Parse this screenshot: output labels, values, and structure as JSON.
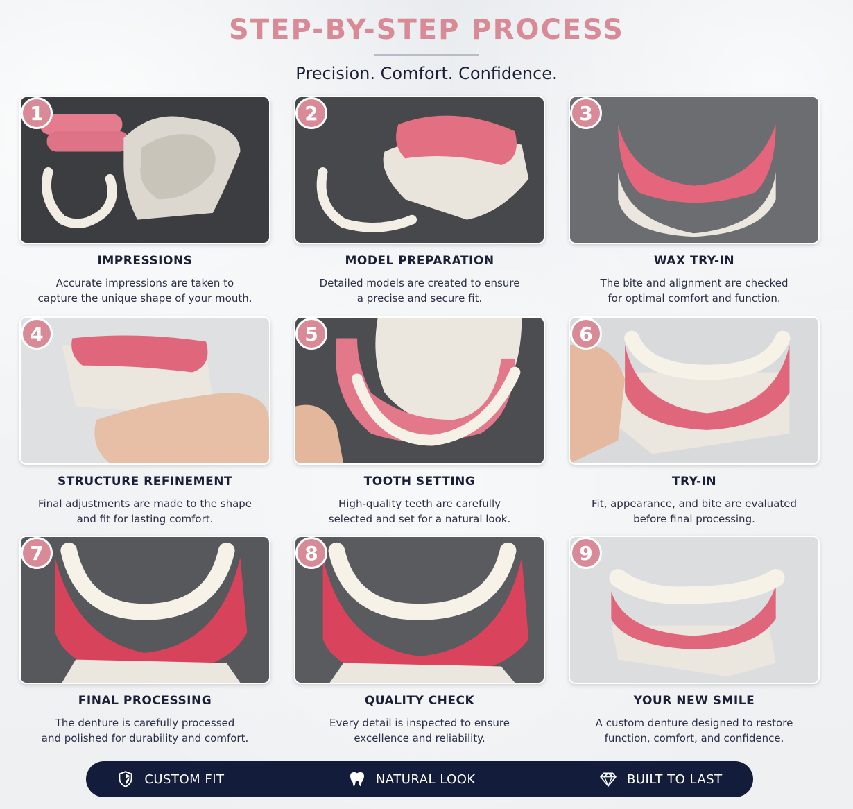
{
  "header": {
    "title": "STEP-BY-STEP PROCESS",
    "subtitle": "Precision. Comfort. Confidence."
  },
  "colors": {
    "accent": "#d98a97",
    "navy": "#141c3c",
    "gum": "#e06d80",
    "plaster": "#ece9e2"
  },
  "steps": [
    {
      "number": "1",
      "title": "IMPRESSIONS",
      "description": "Accurate impressions are taken to\ncapture the unique shape of your mouth."
    },
    {
      "number": "2",
      "title": "MODEL PREPARATION",
      "description": "Detailed models are created to ensure\na precise and secure fit."
    },
    {
      "number": "3",
      "title": "WAX TRY-IN",
      "description": "The bite and alignment are checked\nfor optimal comfort and function."
    },
    {
      "number": "4",
      "title": "STRUCTURE REFINEMENT",
      "description": "Final adjustments are made to the shape\nand fit for lasting comfort."
    },
    {
      "number": "5",
      "title": "TOOTH SETTING",
      "description": "High-quality teeth are carefully\nselected and set for a natural look."
    },
    {
      "number": "6",
      "title": "TRY-IN",
      "description": "Fit, appearance, and bite are evaluated\nbefore final processing."
    },
    {
      "number": "7",
      "title": "FINAL PROCESSING",
      "description": "The denture is carefully processed\nand polished for durability and comfort."
    },
    {
      "number": "8",
      "title": "QUALITY CHECK",
      "description": "Every detail is inspected to ensure\nexcellence and reliability."
    },
    {
      "number": "9",
      "title": "YOUR NEW SMILE",
      "description": "A custom denture designed to restore\nfunction, comfort, and confidence."
    }
  ],
  "footer": {
    "features": [
      {
        "icon": "shield-check-icon",
        "label": "CUSTOM FIT"
      },
      {
        "icon": "tooth-icon",
        "label": "NATURAL LOOK"
      },
      {
        "icon": "diamond-icon",
        "label": "BUILT TO LAST"
      }
    ]
  }
}
